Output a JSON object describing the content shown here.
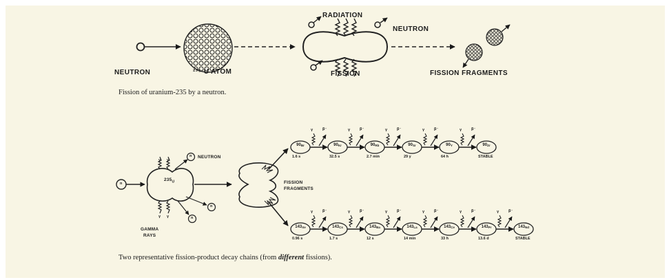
{
  "figure1": {
    "labels": {
      "radiation": "RADIATION",
      "neutron_right": "NEUTRON",
      "neutron_left": "NEUTRON",
      "atom": "²³⁵ U ATOM",
      "fission": "FISSION",
      "fragments": "FISSION FRAGMENTS"
    },
    "caption": "Fission of uranium-235 by a neutron."
  },
  "figure2": {
    "labels": {
      "neutron": "NEUTRON",
      "u235": "235",
      "u235_sub": "U",
      "n": "n",
      "fission_fragments_1": "FISSION",
      "fission_fragments_2": "FRAGMENTS",
      "gamma_1": "GAMMA",
      "gamma_2": "RAYS",
      "gamma_symbol": "γ",
      "beta_symbol": "β⁻"
    },
    "chain_upper": {
      "nuclides": [
        {
          "mass": "90",
          "el": "Br",
          "halflife": "1.6 s"
        },
        {
          "mass": "90",
          "el": "Kr",
          "halflife": "32.5 s"
        },
        {
          "mass": "90",
          "el": "Rb",
          "halflife": "2.7 min"
        },
        {
          "mass": "90",
          "el": "Sr",
          "halflife": "29 y"
        },
        {
          "mass": "90",
          "el": "Y",
          "halflife": "64 h"
        },
        {
          "mass": "90",
          "el": "Zr",
          "halflife": "STABLE"
        }
      ]
    },
    "chain_lower": {
      "nuclides": [
        {
          "mass": "143",
          "el": "Xe",
          "halflife": "0.96 s"
        },
        {
          "mass": "143",
          "el": "Cs",
          "halflife": "1.7 s"
        },
        {
          "mass": "143",
          "el": "Ba",
          "halflife": "12 s"
        },
        {
          "mass": "143",
          "el": "La",
          "halflife": "14 min"
        },
        {
          "mass": "143",
          "el": "Ce",
          "halflife": "33 h"
        },
        {
          "mass": "143",
          "el": "Pr",
          "halflife": "13.6 d"
        },
        {
          "mass": "143",
          "el": "Nd",
          "halflife": "STABLE"
        }
      ]
    },
    "caption_pre": "Two representative fission-product decay chains (from ",
    "caption_em": "different",
    "caption_post": " fissions)."
  }
}
